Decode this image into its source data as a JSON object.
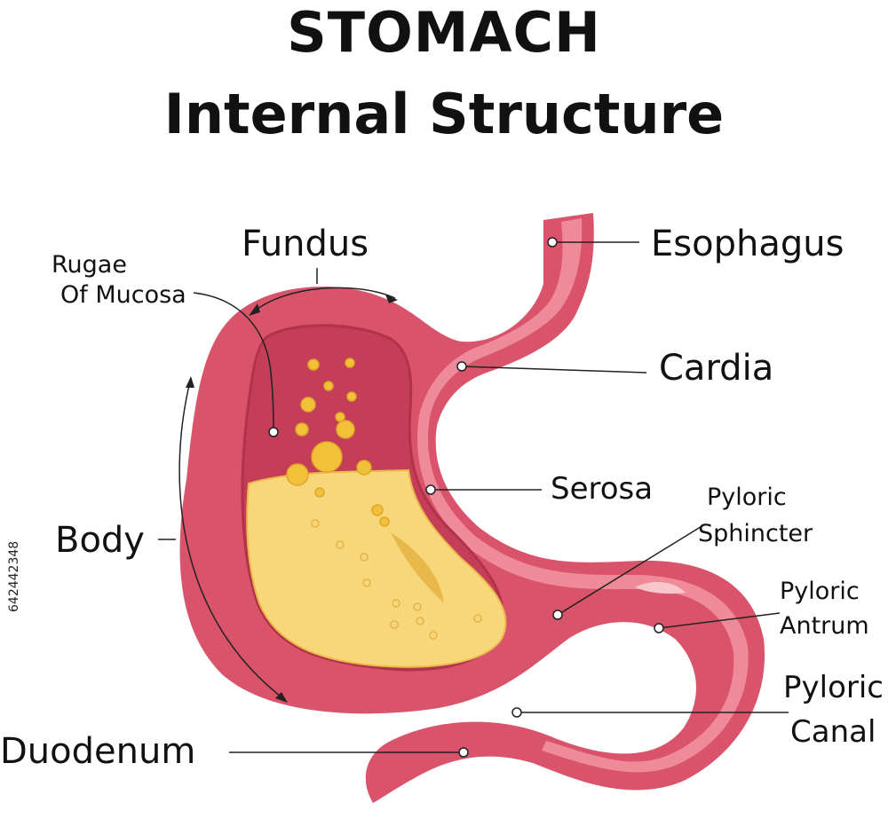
{
  "title": {
    "line1": "STOMACH",
    "line2": "Internal Structure"
  },
  "labels": {
    "fundus": "Fundus",
    "rugae": [
      "Rugae",
      "Of Mucosa"
    ],
    "body": "Body",
    "duodenum": "Duodenum",
    "esophagus": "Esophagus",
    "cardia": "Cardia",
    "serosa": "Serosa",
    "pyloric_sphincter": [
      "Pyloric",
      "Sphincter"
    ],
    "pyloric_antrum": [
      "Pyloric",
      "Antrum"
    ],
    "pyloric_canal": [
      "Pyloric",
      "Canal"
    ]
  },
  "stock_id": "642442348",
  "colors": {
    "wall_outer": "#d9546a",
    "wall_light": "#ef8b98",
    "interior": "#c43e57",
    "fluid": "#f7d77a",
    "fluid_light": "#fbe49c",
    "bubble": "#f2c13a",
    "text": "#111111"
  }
}
